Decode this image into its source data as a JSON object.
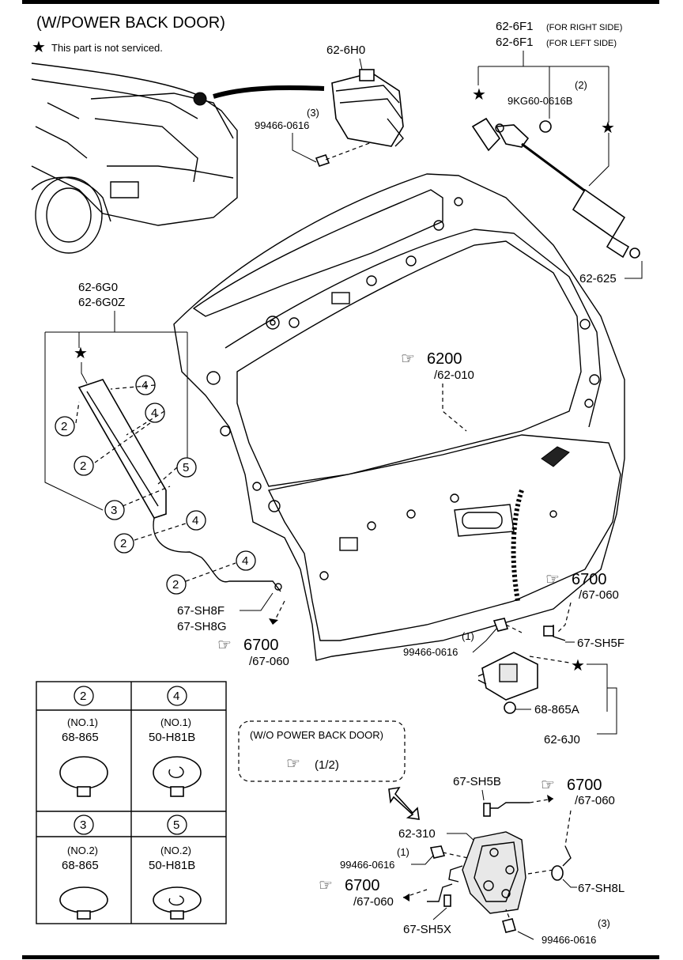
{
  "title": "(W/POWER BACK DOOR)",
  "legend": {
    "star": "★",
    "note": "This part is not serviced."
  },
  "parts": {
    "actuator_unit": "62-6H0",
    "bolt_a_qty": "(3)",
    "bolt_a": "99466-0616",
    "gas_strut_right": "62-6F1",
    "gas_strut_right_side": "(FOR RIGHT SIDE)",
    "gas_strut_left": "62-6F1",
    "gas_strut_left_side": "(FOR LEFT SIDE)",
    "strut_bolt_qty": "(2)",
    "strut_bolt": "9KG60-0616B",
    "strut_cap": "62-625",
    "spindle_a": "62-6G0",
    "spindle_b": "62-6G0Z",
    "ref_glass": "6200",
    "ref_glass_sub": "/62-010",
    "harness_f": "67-SH8F",
    "harness_g": "67-SH8G",
    "ref_harness_left": "6700",
    "ref_harness_left_sub": "/67-060",
    "ref_harness_right": "6700",
    "ref_harness_right_sub": "/67-060",
    "bolt_b_qty": "(1)",
    "bolt_b": "99466-0616",
    "harness_5f": "67-SH5F",
    "clip_865a": "68-865A",
    "module_6j0": "62-6J0",
    "wo_power": "(W/O POWER BACK DOOR)",
    "wo_power_ref": "(1/2)",
    "harness_5b": "67-SH5B",
    "ref_latch_right": "6700",
    "ref_latch_right_sub": "/67-060",
    "latch": "62-310",
    "bolt_c_qty": "(1)",
    "bolt_c": "99466-0616",
    "ref_latch_left": "6700",
    "ref_latch_left_sub": "/67-060",
    "harness_8l": "67-SH8L",
    "harness_5x": "67-SH5X",
    "bolt_d_qty": "(3)",
    "bolt_d": "99466-0616"
  },
  "callouts": [
    "2",
    "3",
    "4",
    "5"
  ],
  "fastener_table": {
    "cells": [
      {
        "num": "2",
        "sub": "(NO.1)",
        "part": "68-865"
      },
      {
        "num": "4",
        "sub": "(NO.1)",
        "part": "50-H81B"
      },
      {
        "num": "3",
        "sub": "(NO.2)",
        "part": "68-865"
      },
      {
        "num": "5",
        "sub": "(NO.2)",
        "part": "50-H81B"
      }
    ]
  },
  "icons": {
    "reference": "pointing-hand-icon",
    "star": "star-icon"
  }
}
